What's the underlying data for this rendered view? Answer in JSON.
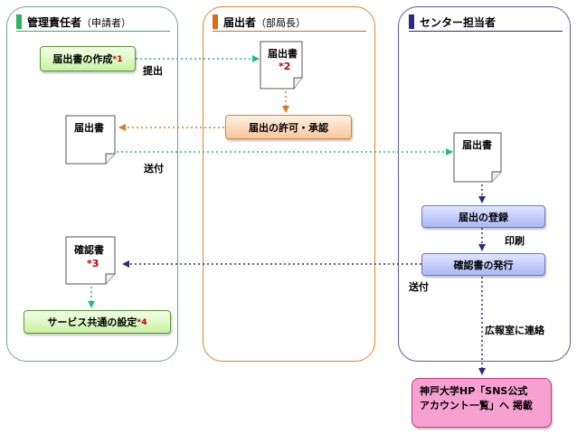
{
  "lanes": {
    "manager": {
      "title": "管理責任者",
      "sub": "（申請者）",
      "color": "#2db35a",
      "border": "#6aaa8a"
    },
    "head": {
      "title": "届出者",
      "sub": "（部局長）",
      "color": "#e06a10",
      "border": "#e5832a"
    },
    "center": {
      "title": "センター担当者",
      "color": "#2b2b8a",
      "border": "#5a5aa8"
    }
  },
  "boxes": {
    "create": {
      "text": "届出書の作成",
      "star": "*1"
    },
    "approve": {
      "text": "届出の許可・承認"
    },
    "register": {
      "text": "届出の登録"
    },
    "issue": {
      "text": "確認書の発行"
    },
    "setup": {
      "text": "サービス共通の設定",
      "star": "*4"
    },
    "publish": {
      "line1": "神戸大学HP「SNS公式",
      "line2": "アカウント一覧」へ 掲載"
    }
  },
  "docs": {
    "doc_head": {
      "label": "届出書",
      "num": "*2"
    },
    "doc_manager": {
      "label": "届出書"
    },
    "doc_center": {
      "label": "届出書"
    },
    "doc_confirm": {
      "label": "確認書",
      "num": "*3"
    }
  },
  "labels": {
    "submit": "提出",
    "send1": "送付",
    "print": "印刷",
    "send2": "送付",
    "contact": "広報室に連絡"
  },
  "colors": {
    "green_arrow": "#22bb88",
    "orange_arrow": "#e07820",
    "navy_arrow": "#2a2a7a"
  }
}
